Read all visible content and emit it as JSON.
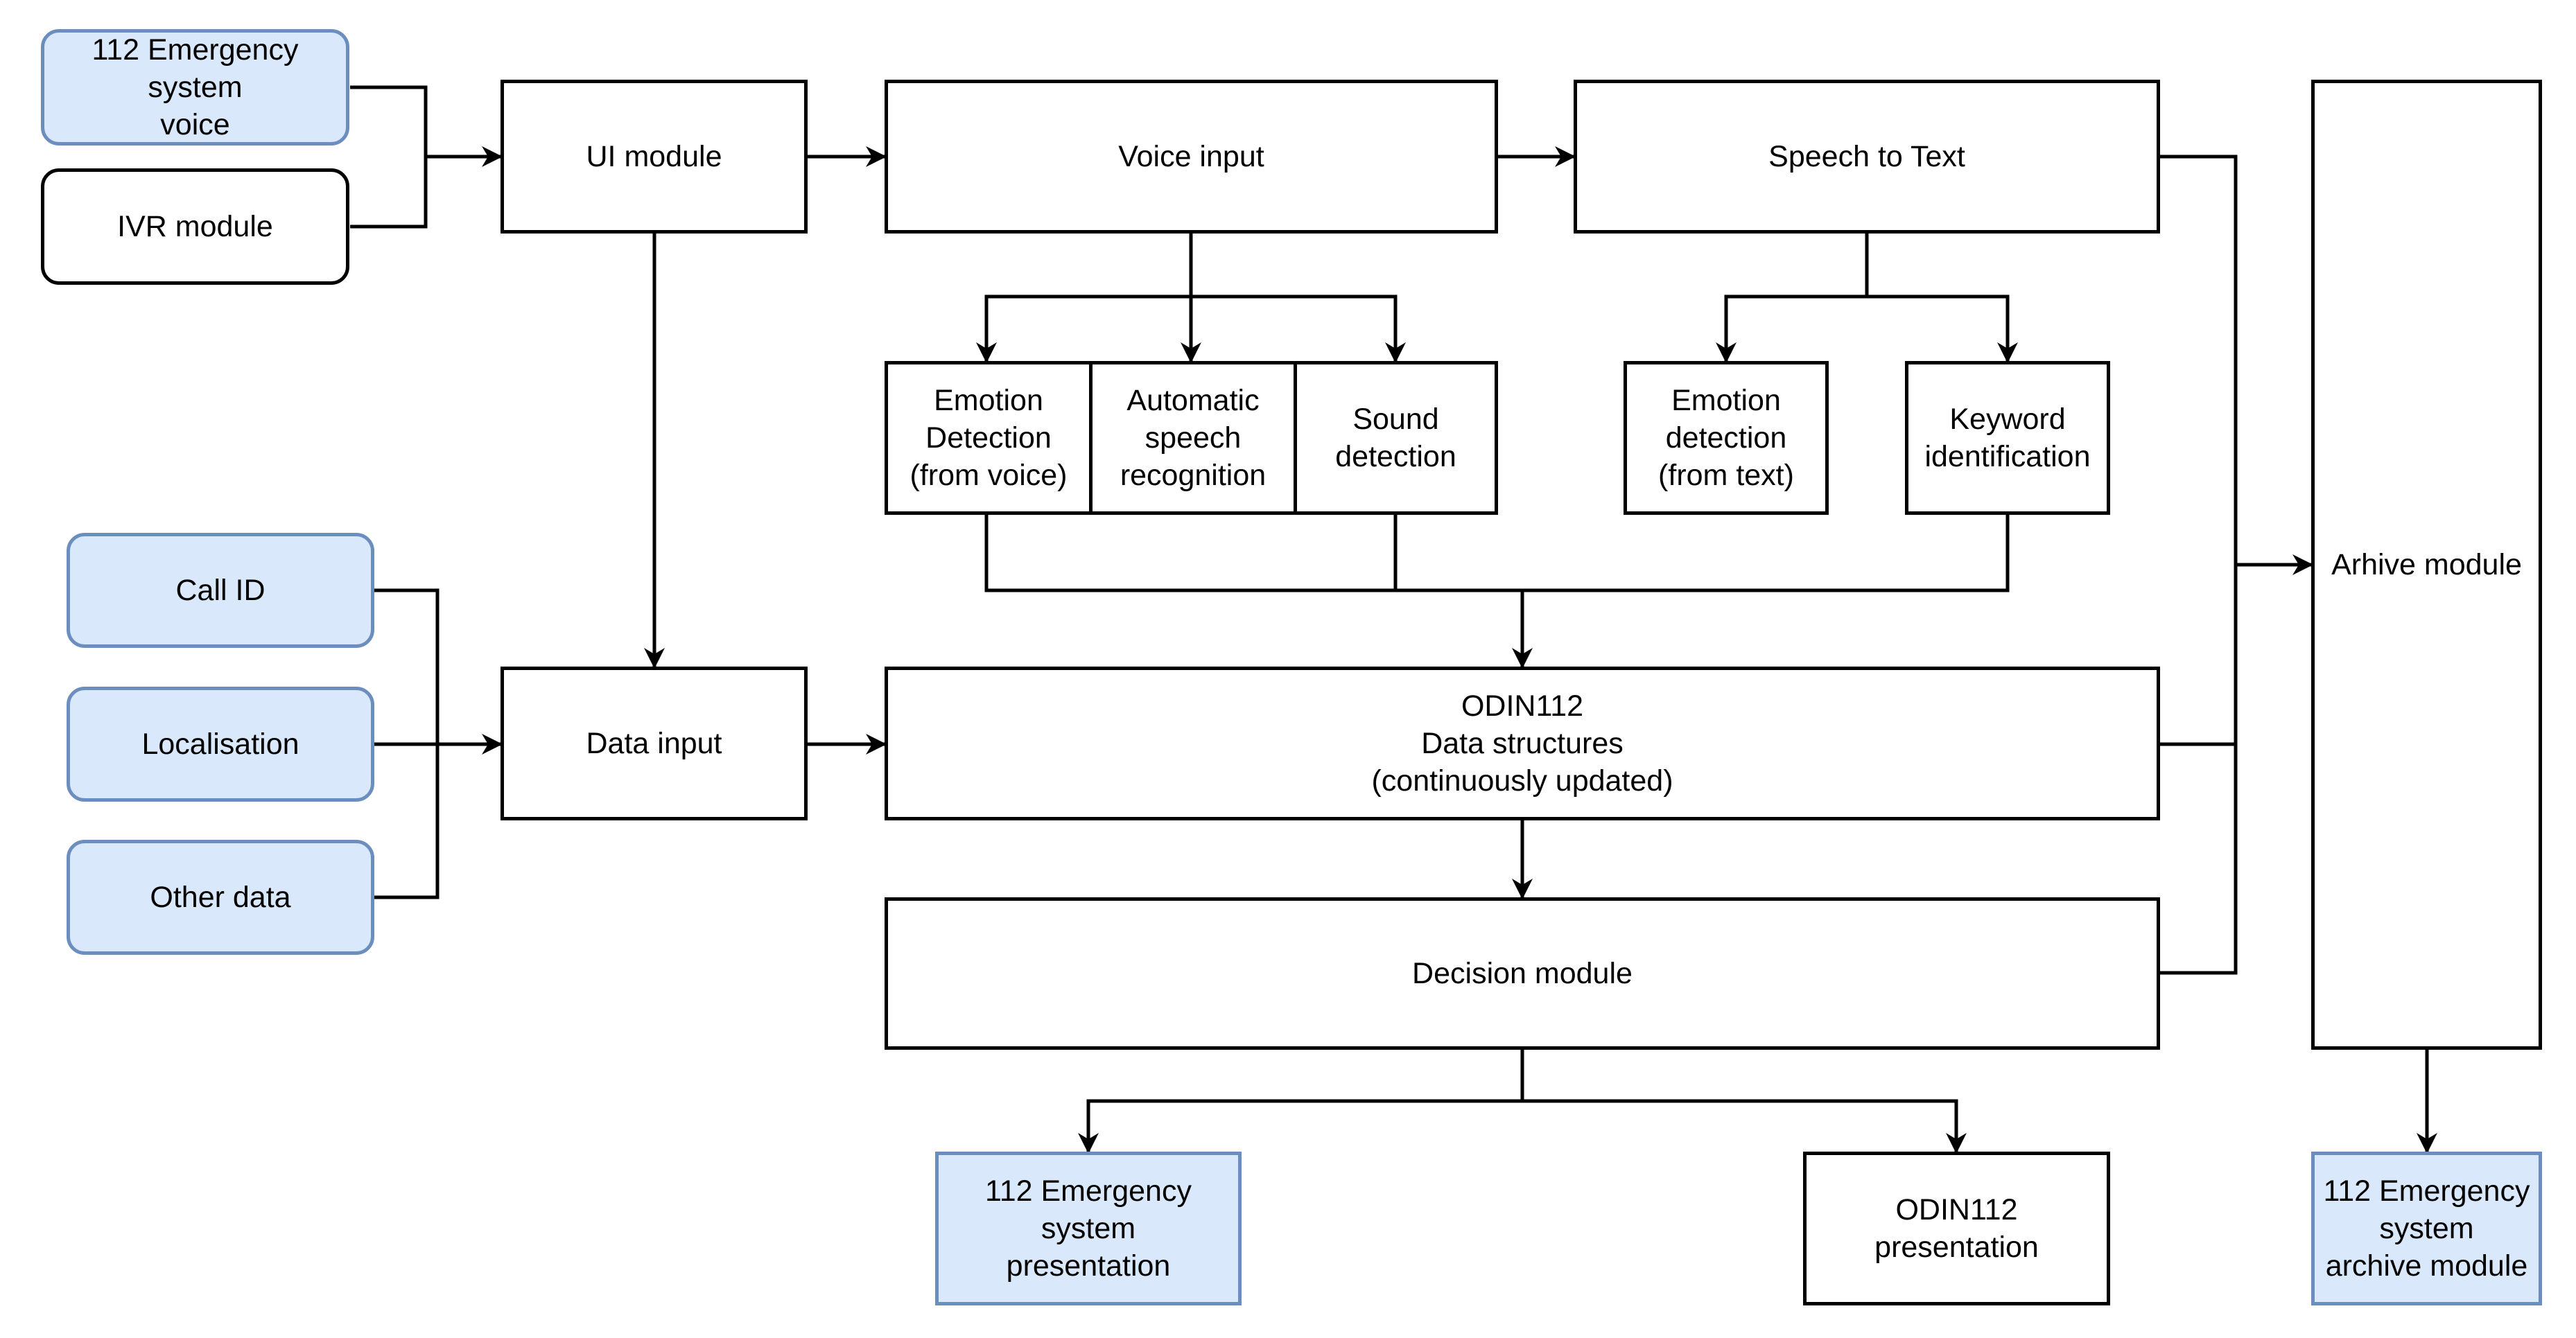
{
  "colors": {
    "blue_fill": "#dae8fc",
    "blue_stroke": "#6c8ebf",
    "line": "#000000"
  },
  "nodes": {
    "emergency_voice": "112 Emergency\nsystem\nvoice",
    "ivr": "IVR module",
    "ui_module": "UI module",
    "voice_input": "Voice input",
    "speech_to_text": "Speech  to Text",
    "archive_module": "Arhive module",
    "emotion_voice": "Emotion\nDetection\n(from voice)",
    "asr": "Automatic\nspeech\nrecognition",
    "sound_detection": "Sound\ndetection",
    "emotion_text": "Emotion\ndetection\n(from text)",
    "keyword": "Keyword\nidentification",
    "call_id": "Call ID",
    "localisation": "Localisation",
    "other_data": "Other  data",
    "data_input": "Data input",
    "odin_structures": "ODIN112\nData structures\n(continuously updated)",
    "decision": "Decision module",
    "emergency_presentation": "112 Emergency\nsystem\npresentation",
    "odin_presentation": "ODIN112\npresentation",
    "emergency_archive": "112 Emergency\nsystem\narchive module"
  }
}
